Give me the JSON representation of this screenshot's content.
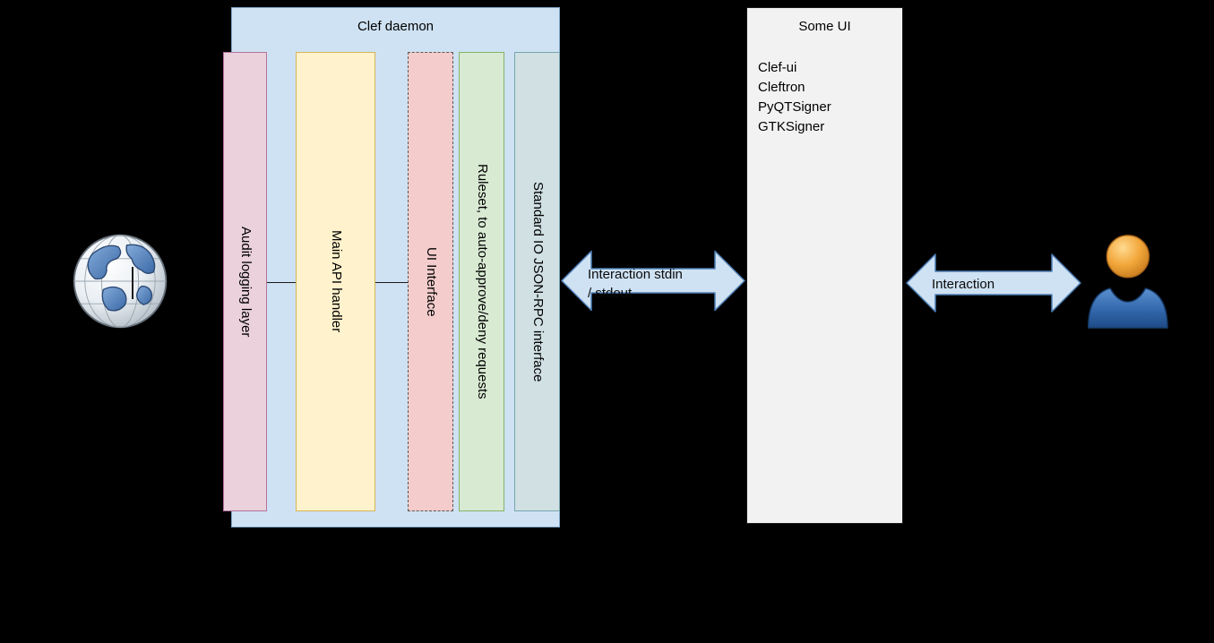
{
  "diagram": {
    "background": "#000000"
  },
  "clef_daemon": {
    "title": "Clef daemon",
    "fill": "#cfe2f3",
    "border": "#7ea6c8",
    "layers": [
      {
        "label": "Audit logging layer",
        "fill": "#ead1dc",
        "border": "#b5739d",
        "dashed": false
      },
      {
        "label": "Main API handler",
        "fill": "#fff2cc",
        "border": "#d6b656",
        "dashed": false
      },
      {
        "label": "UI Interface",
        "fill": "#f4cccc",
        "border": "#595959",
        "dashed": true
      },
      {
        "label": "Ruleset, to auto-approve/deny requests",
        "fill": "#d9ead3",
        "border": "#82b366",
        "dashed": false
      },
      {
        "label": "Standard IO JSON-RPC interface",
        "fill": "#d0e0e3",
        "border": "#76a5af",
        "dashed": false
      }
    ]
  },
  "some_ui": {
    "title": "Some UI",
    "fill": "#f2f2f2",
    "border": "#1a1a1a",
    "items": [
      "Clef-ui",
      "Cleftron",
      "PyQTSigner",
      "GTKSigner"
    ]
  },
  "arrows": {
    "fill": "#cfe2f3",
    "border": "#4d7fb5",
    "left": {
      "label_line1": "Interaction stdin",
      "label_line2": "/ stdout"
    },
    "right": {
      "label": "Interaction"
    }
  },
  "icons": {
    "left": "globe-icon",
    "right": "user-icon"
  }
}
